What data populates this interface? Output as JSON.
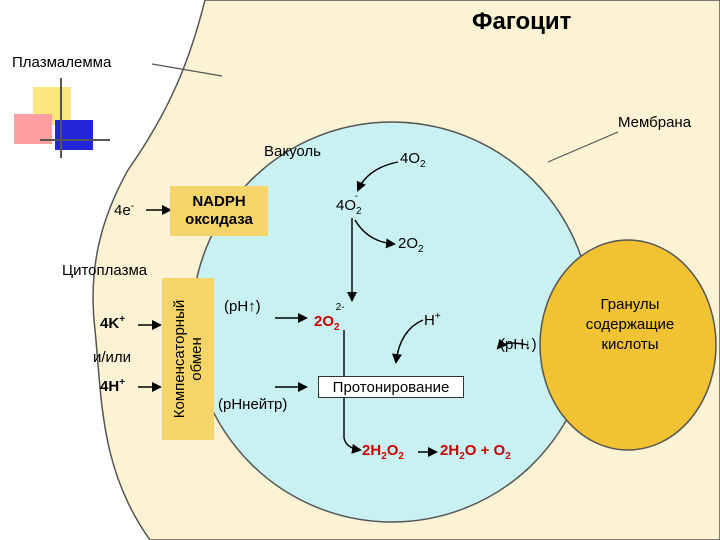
{
  "title": "Фагоцит",
  "plasmalemma": "Плазмалемма",
  "membrane": "Мембрана",
  "vacuole": "Вакуоль",
  "cytoplasm": "Цитоплазма",
  "electrons": {
    "base": "4e",
    "sup": "-"
  },
  "nadph_oxidase": {
    "line1": "NADPH",
    "line2": "оксидаза"
  },
  "oxygen": {
    "coef": "4O",
    "sub": "2"
  },
  "superoxide": {
    "coef": "4O",
    "sub": "2",
    "sup": "-"
  },
  "oxygen_released": {
    "coef": "2O",
    "sub": "2"
  },
  "peroxide_ion": {
    "coef": "2O",
    "sub": "2",
    "sup": "2-"
  },
  "compensatory": {
    "line1": "Компенсаторный",
    "line2": "обмен"
  },
  "ions": {
    "k": "4K",
    "k_sup": "+",
    "or": "и/или",
    "h": "4H",
    "h_sup": "+"
  },
  "ph_up": "(pH↑)",
  "ph_neutral": "(pHнейтр)",
  "ph_down": "(pH↓)",
  "proton": {
    "base": "H",
    "sup": "+"
  },
  "protonation": "Протонирование",
  "h2o2": {
    "a": "2H",
    "a_sub": "2",
    "b": "O",
    "b_sub": "2"
  },
  "products": {
    "a": "2H",
    "a_sub": "2",
    "b": "O + O",
    "b_sub": "2"
  },
  "granules": {
    "line1": "Гранулы",
    "line2": "содержащие",
    "line3": "кислоты"
  },
  "colors": {
    "cell": "#fbf3d4",
    "vacuole": "#c9f1f1",
    "granule": "#f1c232",
    "box": "#f5d56a",
    "red": "#cc0000"
  }
}
